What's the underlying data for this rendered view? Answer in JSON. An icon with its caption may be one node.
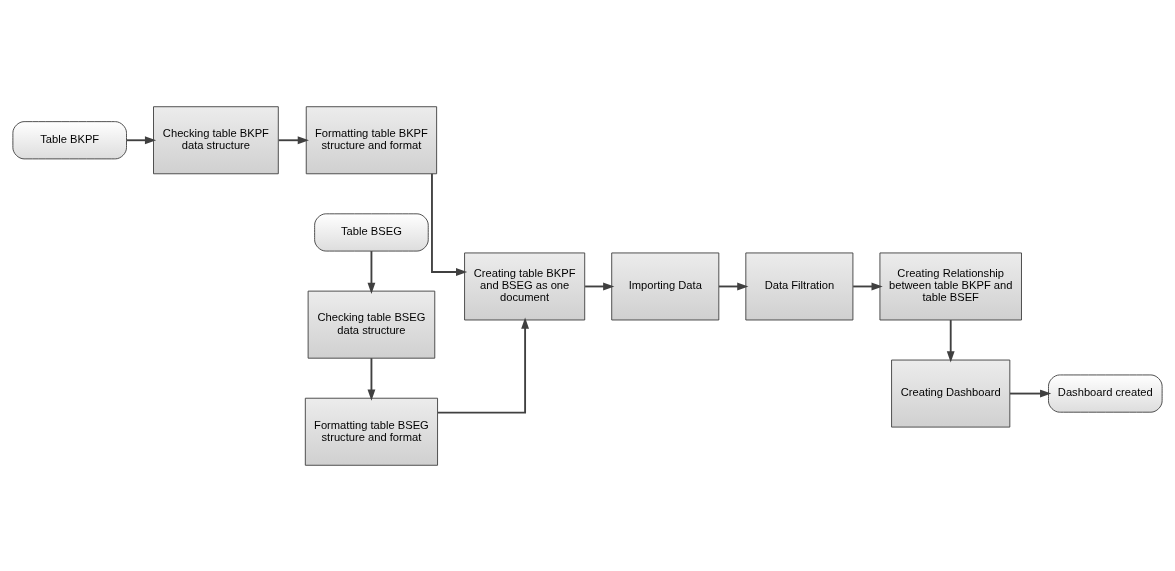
{
  "diagram": {
    "nodes": [
      {
        "text": [
          "Table BKPF"
        ]
      },
      {
        "text": [
          "Checking table BKPF data structure"
        ]
      },
      {
        "text": [
          "Formatting table BKPF structure and format"
        ]
      },
      {
        "text": [
          "Table BSEG"
        ]
      },
      {
        "text": [
          "Checking table BSEG data structure"
        ]
      },
      {
        "text": [
          "Formatting table BSEG structure and format"
        ]
      },
      {
        "text": [
          "Creating table BKPF and BSEG as one document"
        ]
      },
      {
        "text": [
          "Importing Data"
        ]
      },
      {
        "text": [
          "Data Filtration"
        ]
      },
      {
        "text": [
          "Creating Relationship between table BKPF and table BSEF"
        ]
      },
      {
        "text": [
          "Creating Dashboard"
        ]
      },
      {
        "text": [
          "Dashboard created"
        ]
      }
    ],
    "edges": [
      {
        "from": 0,
        "to": 1,
        "arrow": "to"
      },
      {
        "from": 1,
        "to": 2,
        "arrow": "to"
      },
      {
        "from": 2,
        "to": 6,
        "arrow": "to"
      },
      {
        "from": 3,
        "to": 4,
        "arrow": "to"
      },
      {
        "from": 4,
        "to": 5,
        "arrow": "to"
      },
      {
        "from": 5,
        "to": 6,
        "arrow": "to"
      },
      {
        "from": 6,
        "to": 7,
        "arrow": "to"
      },
      {
        "from": 7,
        "to": 8,
        "arrow": "to"
      },
      {
        "from": 8,
        "to": 9,
        "arrow": "to"
      },
      {
        "from": 9,
        "to": 10,
        "arrow": "to"
      },
      {
        "from": 10,
        "to": 11,
        "arrow": "to"
      }
    ]
  }
}
